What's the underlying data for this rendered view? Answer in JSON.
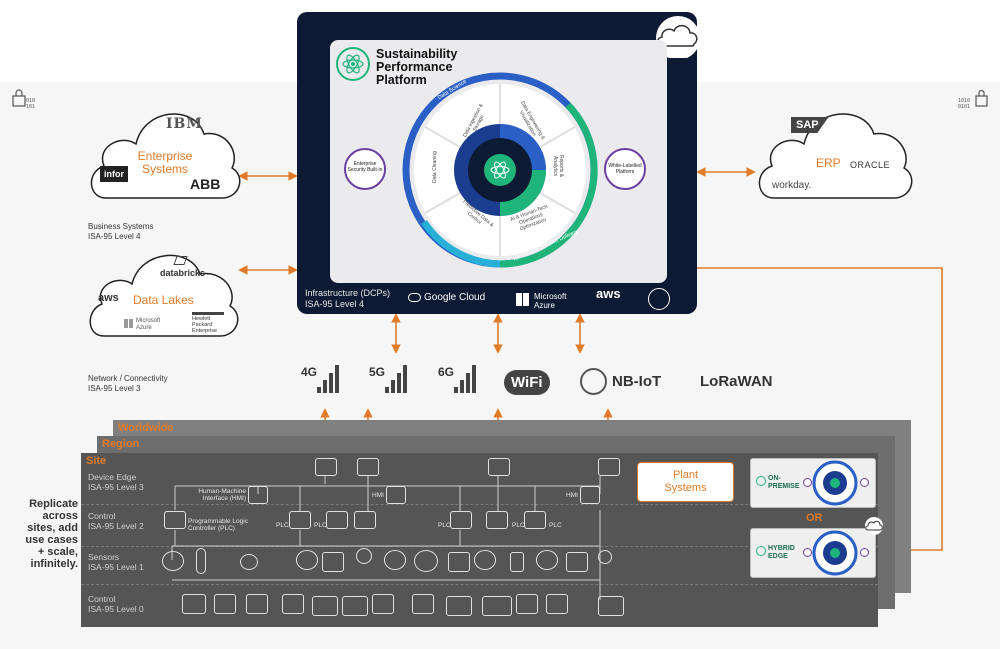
{
  "platform": {
    "title_lines": [
      "Sustainability",
      "Performance",
      "Platform"
    ],
    "ring_outer": [
      "Data Science",
      "Technical & Solution Delivery"
    ],
    "ring_segments": [
      "Data Ingestion & Storage",
      "Data Engineering & Visualization",
      "Reports & Analytics",
      "AI & Human-Tech Operations Optimization",
      "Predictive Data & Control",
      "Data Cleaning"
    ],
    "left_badge": "Enterprise Security Built-in",
    "right_badge": "White-Labelled Platform",
    "infra_lines": [
      "Infrastructure (DCPs)",
      "ISA-95 Level 4"
    ],
    "vendors": {
      "google": "Google Cloud",
      "azure_lines": [
        "Microsoft",
        "Azure"
      ],
      "aws": "aws"
    }
  },
  "enterprise": {
    "title_lines": [
      "Enterprise",
      "Systems"
    ],
    "logos": {
      "ibm": "IBM",
      "infor": "infor",
      "abb": "ABB"
    }
  },
  "erp": {
    "title": "ERP",
    "logos": {
      "sap": "SAP",
      "oracle": "ORACLE",
      "workday": "workday."
    }
  },
  "business_label": [
    "Business Systems",
    "ISA-95 Level 4"
  ],
  "data_lakes": {
    "title": "Data Lakes",
    "logos": {
      "databricks": "databricks",
      "aws": "aws",
      "azure_lines": [
        "Microsoft",
        "Azure"
      ],
      "hpe_lines": [
        "Hewlett Packard",
        "Enterprise"
      ]
    }
  },
  "network_label": [
    "Network / Connectivity",
    "ISA-95 Level 3"
  ],
  "network": {
    "g4": "4G",
    "g5": "5G",
    "g6": "6G",
    "wifi": "WiFi",
    "nbiot": "NB-IoT",
    "lorawan": "LoRaWAN"
  },
  "panels": {
    "worldwide": "Worldwide",
    "region": "Region",
    "site": "Site"
  },
  "levels": {
    "device_edge": [
      "Device Edge",
      "ISA-95 Level 3"
    ],
    "control2": [
      "Control",
      "ISA-95 Level 2"
    ],
    "sensors": [
      "Sensors",
      "ISA-95 Level 1"
    ],
    "control0": [
      "Control",
      "ISA-95 Level 0"
    ]
  },
  "labels": {
    "hmi_long": [
      "Human-Machine",
      "Interface (HMI)"
    ],
    "plc_long": [
      "Programmable Logic",
      "Controller (PLC)"
    ],
    "hmi": "HMI",
    "plc": "PLC"
  },
  "plant_systems": [
    "Plant",
    "Systems"
  ],
  "on_premise": [
    "ON-",
    "PREMISE"
  ],
  "or": "OR",
  "hybrid_edge": [
    "HYBRID",
    "EDGE"
  ],
  "replicate": [
    "Replicate",
    "across",
    "sites, add",
    "use cases",
    "+ scale,",
    "infinitely."
  ],
  "colors": {
    "accent": "#e07b29",
    "navy": "#0d1a33",
    "green": "#1fb57a",
    "blue": "#2a5fc5",
    "dark_panel": "#555555"
  }
}
